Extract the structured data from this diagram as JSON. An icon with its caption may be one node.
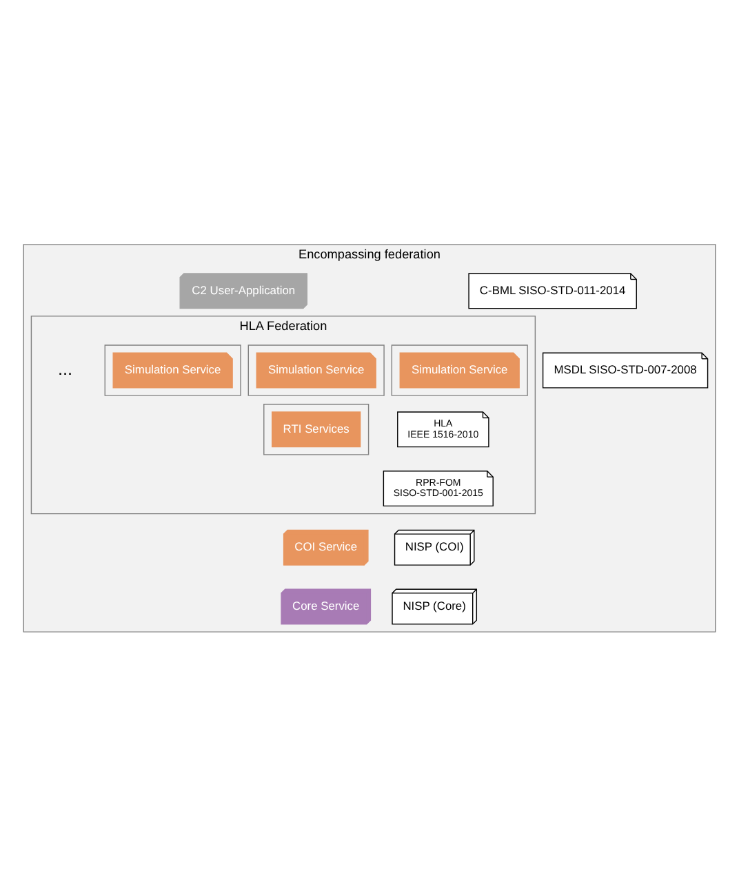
{
  "diagram": {
    "nodes": [
      {
        "text": [
          "Encompassing federation"
        ]
      },
      {
        "text": [
          "C2 User-Application"
        ],
        "in": 0
      },
      {
        "text": [
          "C-BML SISO-STD-011-2014"
        ],
        "in": 0
      },
      {
        "text": [
          "MSDL SISO-STD-007-2008"
        ],
        "in": 0
      },
      {
        "text": [
          "HLA Federation"
        ],
        "in": 0
      },
      {
        "text": [],
        "shape": "box",
        "in": 4
      },
      {
        "text": [
          "Simulation Service"
        ],
        "in": 5
      },
      {
        "text": [],
        "shape": "box",
        "in": 4
      },
      {
        "text": [
          "Simulation Service"
        ],
        "in": 7
      },
      {
        "text": [],
        "shape": "box",
        "in": 4
      },
      {
        "text": [
          "Simulation Service"
        ],
        "in": 9
      },
      {
        "text": [],
        "shape": "box",
        "in": 4
      },
      {
        "text": [
          "RTI Services"
        ],
        "in": 11
      },
      {
        "text": [
          "HLA",
          "IEEE 1516-2010"
        ],
        "in": 4
      },
      {
        "text": [
          "RPR-FOM",
          "SISO-STD-001-2015"
        ],
        "in": 4
      },
      {
        "text": [
          "COI Service"
        ],
        "in": 0
      },
      {
        "text": [
          "NISP (COI)"
        ],
        "in": 0
      },
      {
        "text": [
          "Core Service"
        ],
        "in": 0
      },
      {
        "text": [
          "NISP (Core)"
        ],
        "in": 0
      }
    ],
    "labels": [
      "..."
    ]
  }
}
